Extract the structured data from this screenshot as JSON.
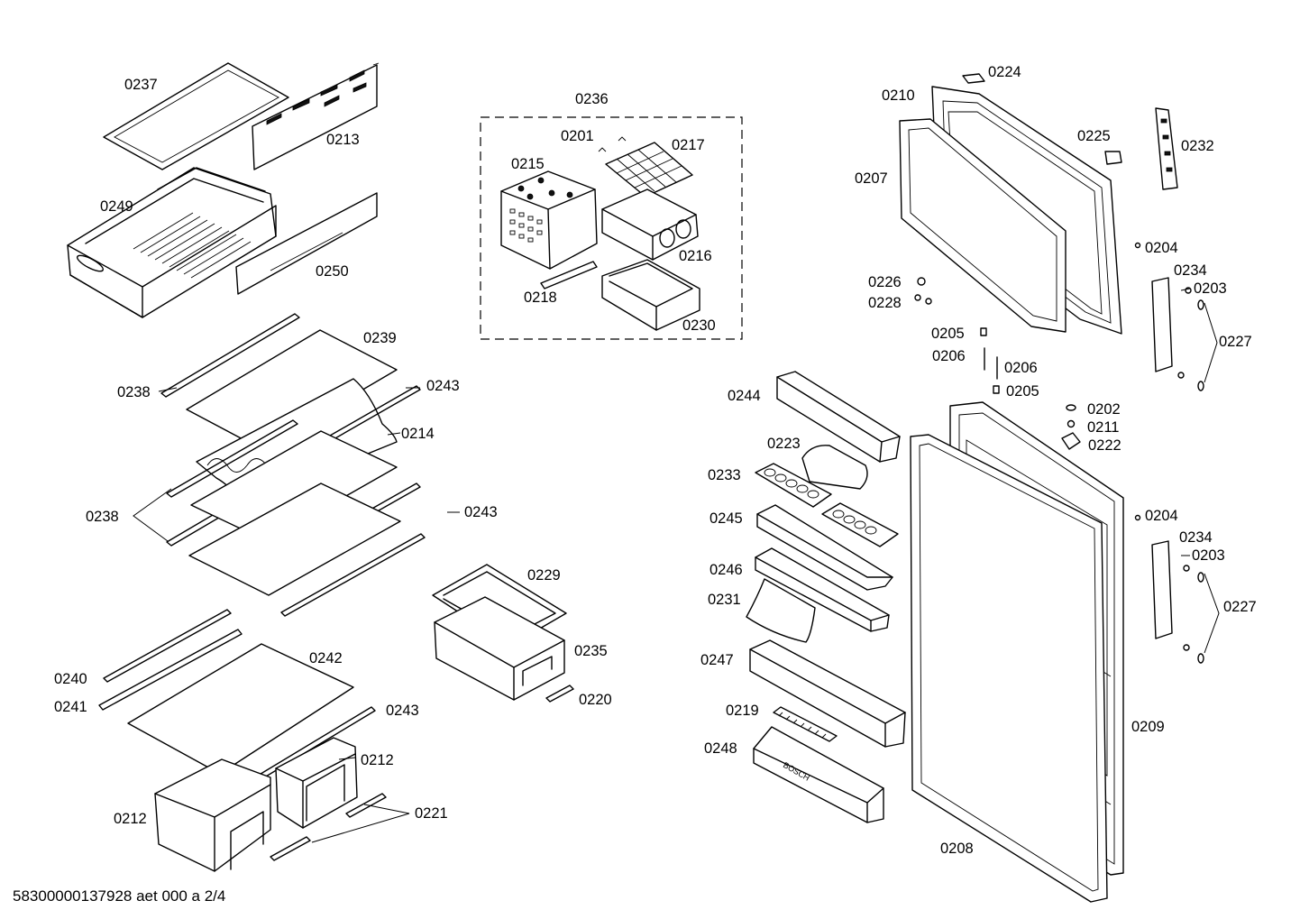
{
  "labels": {
    "0201": "0201",
    "0202": "0202",
    "0203": "0203",
    "0204": "0204",
    "0205": "0205",
    "0206": "0206",
    "0207": "0207",
    "0208": "0208",
    "0209": "0209",
    "0210": "0210",
    "0211": "0211",
    "0212": "0212",
    "0213": "0213",
    "0214": "0214",
    "0215": "0215",
    "0216": "0216",
    "0217": "0217",
    "0218": "0218",
    "0219": "0219",
    "0220": "0220",
    "0221": "0221",
    "0222": "0222",
    "0223": "0223",
    "0224": "0224",
    "0225": "0225",
    "0226": "0226",
    "0227": "0227",
    "0228": "0228",
    "0229": "0229",
    "0230": "0230",
    "0231": "0231",
    "0232": "0232",
    "0233": "0233",
    "0234": "0234",
    "0235": "0235",
    "0236": "0236",
    "0237": "0237",
    "0238": "0238",
    "0239": "0239",
    "0240": "0240",
    "0241": "0241",
    "0242": "0242",
    "0243": "0243",
    "0244": "0244",
    "0245": "0245",
    "0246": "0246",
    "0247": "0247",
    "0248": "0248",
    "0249": "0249",
    "0250": "0250"
  },
  "brand_mark": "BOSCH",
  "footer": "58300000137928 aet 000 a 2/4"
}
